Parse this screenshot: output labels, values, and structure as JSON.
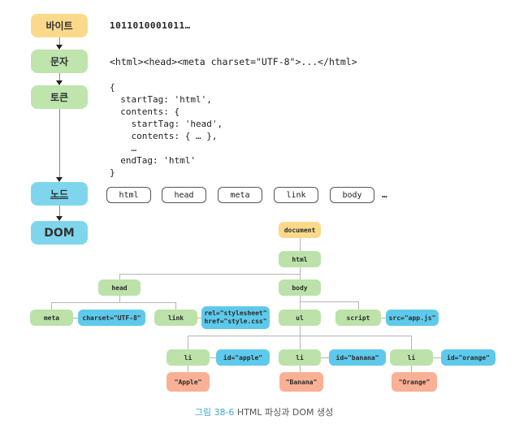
{
  "flow": {
    "steps": [
      {
        "label": "바이트"
      },
      {
        "label": "문자"
      },
      {
        "label": "토큰"
      },
      {
        "label": "노드"
      },
      {
        "label": "DOM"
      }
    ]
  },
  "stages": {
    "bytes": "1011010001011…",
    "characters": "<html><head><meta charset=\"UTF-8\">...</html>",
    "code": {
      "lines": [
        "{",
        "  startTag: 'html',",
        "  contents: {",
        "    startTag: 'head',",
        "    contents: { … },",
        "    …",
        "  endTag: 'html'",
        "}"
      ]
    },
    "nodes": {
      "items": [
        "html",
        "head",
        "meta",
        "link",
        "body"
      ],
      "more": "…"
    }
  },
  "tree": {
    "document": "document",
    "html": "html",
    "head": "head",
    "body": "body",
    "meta": "meta",
    "meta_attr": "charset=\"UTF-8\"",
    "link": "link",
    "link_attr_line1": "rel=\"stylesheet\"",
    "link_attr_line2": "href=\"style.css\"",
    "ul": "ul",
    "script": "script",
    "script_attr": "src=\"app.js\"",
    "li1": "li",
    "li1_attr": "id=\"apple\"",
    "li1_text": "\"Apple\"",
    "li2": "li",
    "li2_attr": "id=\"banana\"",
    "li2_text": "\"Banana\"",
    "li3": "li",
    "li3_attr": "id=\"orange\"",
    "li3_text": "\"Orange\""
  },
  "caption": {
    "figure_label": "그림 38-6",
    "text": " HTML 파싱과 DOM 생성"
  },
  "colors": {
    "yellow_box": "#fbd98b",
    "green_box": "#bfe5ad",
    "blue_box": "#7fd6ec",
    "tree_green": "#bce2aa",
    "tree_blue": "#5ec9eb",
    "tree_salmon": "#f9b095",
    "connector_gray": "#b5b5b5",
    "caption_blue": "#45a7d8"
  }
}
